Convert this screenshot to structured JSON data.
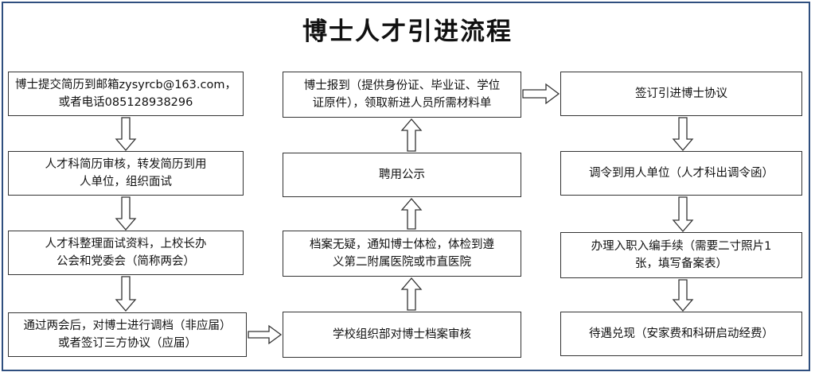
{
  "title": "博士人才引进流程",
  "steps": {
    "s1": [
      "博士提交简历到邮箱zysyrcb@163.com，",
      "或者电话085128938296"
    ],
    "s2": [
      "人才科简历审核，转发简历到用",
      "人单位，组织面试"
    ],
    "s3": [
      "人才科整理面试资料，上校长办",
      "公会和党委会（简称两会）"
    ],
    "s4": [
      "通过两会后，对博士进行调档（非应届）",
      "或者签订三方协议（应届）"
    ],
    "s5": [
      "学校组织部对博士档案审核"
    ],
    "s6": [
      "档案无疑，通知博士体检，体检到遵",
      "义第二附属医院或市直医院"
    ],
    "s7": [
      "聘用公示"
    ],
    "s8": [
      "博士报到（提供身份证、毕业证、学位",
      "证原件），领取新进人员所需材料单"
    ],
    "s9": [
      "签订引进博士协议"
    ],
    "s10": [
      "调令到用人单位（人才科出调令函）"
    ],
    "s11": [
      "办理入职入编手续（需要二寸照片1",
      "张，填写备案表）"
    ],
    "s12": [
      "待遇兑现（安家费和科研启动经费）"
    ]
  }
}
